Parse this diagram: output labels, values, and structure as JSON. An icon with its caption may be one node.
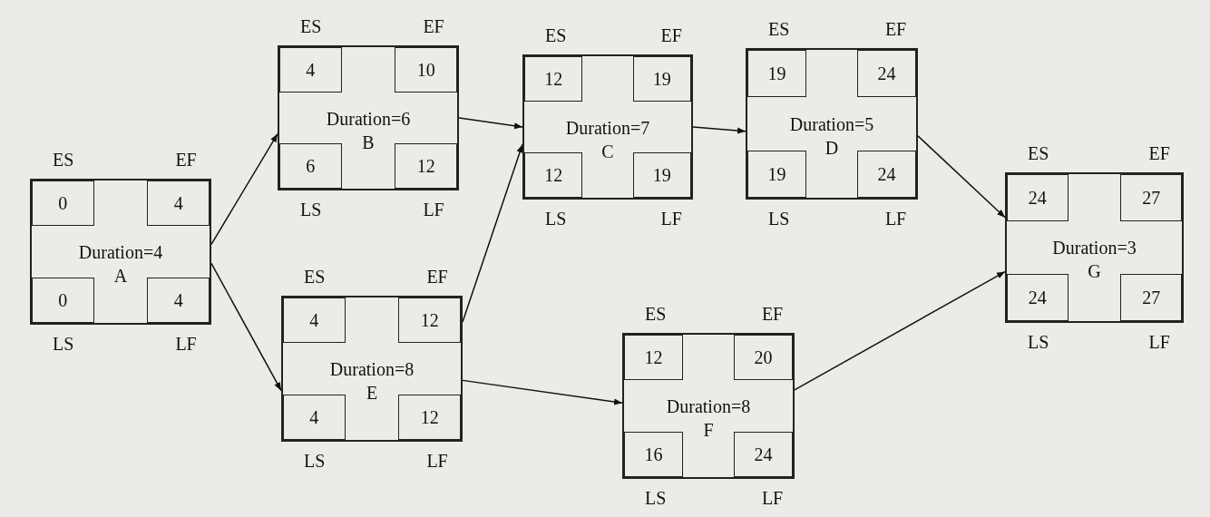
{
  "diagram": {
    "nodes": [
      {
        "text": [
          "Duration=4",
          "A"
        ]
      },
      {
        "text": [
          "0"
        ],
        "in": 0,
        "beside": [
          "ES"
        ]
      },
      {
        "text": [
          "4"
        ],
        "in": 0,
        "beside": [
          "EF"
        ]
      },
      {
        "text": [
          "0"
        ],
        "in": 0,
        "beside": [
          "LS"
        ]
      },
      {
        "text": [
          "4"
        ],
        "in": 0,
        "beside": [
          "LF"
        ]
      },
      {
        "text": [
          "Duration=6",
          "B"
        ]
      },
      {
        "text": [
          "4"
        ],
        "in": 5,
        "beside": [
          "ES"
        ]
      },
      {
        "text": [
          "10"
        ],
        "in": 5,
        "beside": [
          "EF"
        ]
      },
      {
        "text": [
          "6"
        ],
        "in": 5,
        "beside": [
          "LS"
        ]
      },
      {
        "text": [
          "12"
        ],
        "in": 5,
        "beside": [
          "LF"
        ]
      },
      {
        "text": [
          "Duration=8",
          "E"
        ]
      },
      {
        "text": [
          "4"
        ],
        "in": 10,
        "beside": [
          "ES"
        ]
      },
      {
        "text": [
          "12"
        ],
        "in": 10,
        "beside": [
          "EF"
        ]
      },
      {
        "text": [
          "4"
        ],
        "in": 10,
        "beside": [
          "LS"
        ]
      },
      {
        "text": [
          "12"
        ],
        "in": 10,
        "beside": [
          "LF"
        ]
      },
      {
        "text": [
          "Duration=7",
          "C"
        ]
      },
      {
        "text": [
          "12"
        ],
        "in": 15,
        "beside": [
          "ES"
        ]
      },
      {
        "text": [
          "19"
        ],
        "in": 15,
        "beside": [
          "EF"
        ]
      },
      {
        "text": [
          "12"
        ],
        "in": 15,
        "beside": [
          "LS"
        ]
      },
      {
        "text": [
          "19"
        ],
        "in": 15,
        "beside": [
          "LF"
        ]
      },
      {
        "text": [
          "Duration=8",
          "F"
        ]
      },
      {
        "text": [
          "12"
        ],
        "in": 20,
        "beside": [
          "ES"
        ]
      },
      {
        "text": [
          "20"
        ],
        "in": 20,
        "beside": [
          "EF"
        ]
      },
      {
        "text": [
          "16"
        ],
        "in": 20,
        "beside": [
          "LS"
        ]
      },
      {
        "text": [
          "24"
        ],
        "in": 20,
        "beside": [
          "LF"
        ]
      },
      {
        "text": [
          "Duration=5",
          "D"
        ]
      },
      {
        "text": [
          "19"
        ],
        "in": 25,
        "beside": [
          "ES"
        ]
      },
      {
        "text": [
          "24"
        ],
        "in": 25,
        "beside": [
          "EF"
        ]
      },
      {
        "text": [
          "19"
        ],
        "in": 25,
        "beside": [
          "LS"
        ]
      },
      {
        "text": [
          "24"
        ],
        "in": 25,
        "beside": [
          "LF"
        ]
      },
      {
        "text": [
          "Duration=3",
          "G"
        ]
      },
      {
        "text": [
          "24"
        ],
        "in": 30,
        "beside": [
          "ES"
        ]
      },
      {
        "text": [
          "27"
        ],
        "in": 30,
        "beside": [
          "EF"
        ]
      },
      {
        "text": [
          "24"
        ],
        "in": 30,
        "beside": [
          "LS"
        ]
      },
      {
        "text": [
          "27"
        ],
        "in": 30,
        "beside": [
          "LF"
        ]
      }
    ],
    "edges": [
      {
        "from": 0,
        "to": 5,
        "arrow": "to"
      },
      {
        "from": 0,
        "to": 10,
        "arrow": "to"
      },
      {
        "from": 5,
        "to": 15,
        "arrow": "to"
      },
      {
        "from": 10,
        "to": 15,
        "arrow": "to"
      },
      {
        "from": 15,
        "to": 25,
        "arrow": "to"
      },
      {
        "from": 10,
        "to": 20,
        "arrow": "to"
      },
      {
        "from": 25,
        "to": 30,
        "arrow": "to"
      },
      {
        "from": 20,
        "to": 30,
        "arrow": "to"
      }
    ]
  }
}
